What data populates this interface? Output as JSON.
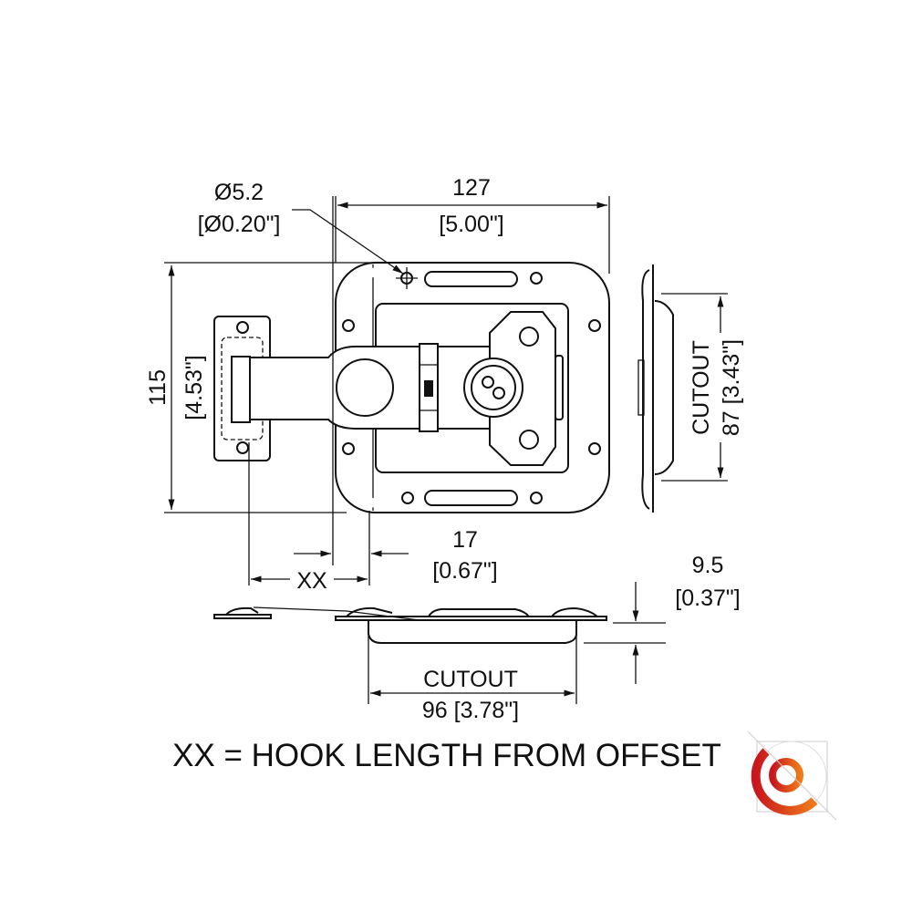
{
  "dimensions": {
    "hole_diameter_mm": "Ø5.2",
    "hole_diameter_in": "[Ø0.20\"]",
    "width_mm": "127",
    "width_in": "[5.00\"]",
    "height_mm": "115",
    "height_in": "[4.53\"]",
    "offset_mm": "17",
    "offset_in": "[0.67\"]",
    "hook_label": "XX",
    "depth_mm": "9.5",
    "depth_in": "[0.37\"]",
    "cutout_v_label": "CUTOUT",
    "cutout_v_value": "87 [3.43\"]",
    "cutout_h_label": "CUTOUT",
    "cutout_h_value": "96 [3.78\"]"
  },
  "caption": "XX = HOOK LENGTH FROM OFFSET",
  "colors": {
    "line": "#111111",
    "logo_start": "#c8161d",
    "logo_end": "#f07a1a"
  }
}
